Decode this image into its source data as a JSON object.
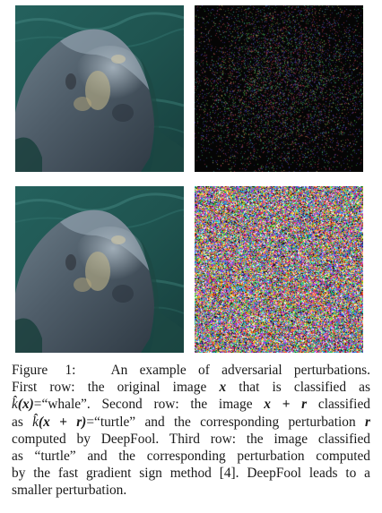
{
  "figure": {
    "panels": [
      {
        "role": "original-image",
        "icon": "whale-photo"
      },
      {
        "role": "deepfool-perturbation",
        "icon": "sparse-noise"
      },
      {
        "role": "adversarial-image",
        "icon": "whale-photo"
      },
      {
        "role": "fgsm-perturbation",
        "icon": "dense-noise"
      }
    ],
    "caption": {
      "line1_label": "Figure 1:",
      "line1_text": "An example of adversarial perturbations.",
      "line2_a": "First row:  the original image",
      "line2_x": "x",
      "line2_b": "that is classified as",
      "line3_k": "k̂",
      "line3_paren_x": "(x)",
      "line3_rest": "=“whale”.  Second row: the image",
      "line3_xr": "x + r",
      "line3_end": "classified",
      "line4_as": "as",
      "line4_k": "k̂",
      "line4_paren": "(x + r)",
      "line4_rest": "=“turtle” and the corresponding perturbation",
      "line4_r": "r",
      "line5": "computed by DeepFool.  Third row:  the image classified",
      "line6": "as “turtle” and the corresponding perturbation computed",
      "line7": "by the fast gradient sign method [4].  DeepFool leads to a",
      "line8": "smaller perturbation."
    }
  }
}
